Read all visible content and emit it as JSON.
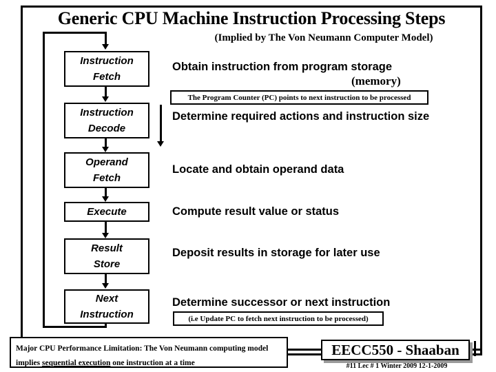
{
  "slide": {
    "title": "Generic CPU Machine Instruction Processing Steps",
    "subtitle": "(Implied by The Von Neumann Computer Model)"
  },
  "flow": {
    "steps": [
      {
        "line1": "Instruction",
        "line2": "Fetch"
      },
      {
        "line1": "Instruction",
        "line2": "Decode"
      },
      {
        "line1": "Operand",
        "line2": "Fetch"
      },
      {
        "line1": "Execute",
        "line2": ""
      },
      {
        "line1": "Result",
        "line2": "Store"
      },
      {
        "line1": "Next",
        "line2": "Instruction"
      }
    ]
  },
  "descriptions": {
    "fetch": "Obtain instruction from program storage",
    "fetch_memory": "(memory)",
    "decode": "Determine required actions and instruction size",
    "operand": "Locate and obtain operand data",
    "execute": "Compute result value or status",
    "store": "Deposit results in storage for later use",
    "next": "Determine successor or next instruction"
  },
  "notes": {
    "pc_note": "The Program Counter (PC) points to next instruction to be processed",
    "update_pc_note": "(i.e Update PC to fetch next instruction to be processed)"
  },
  "limitation": {
    "line1_a": "Major CPU Performance Limitation:  The Von Neumann computing model",
    "line2_a": "implies ",
    "line2_underlined": "sequential execution",
    "line2_b": " one instruction at a time"
  },
  "footer": {
    "course": "EECC550 - Shaaban",
    "meta": "#11   Lec # 1  Winter 2009  12-1-2009"
  },
  "colors": {
    "ink": "#000000",
    "paper": "#ffffff",
    "shadow": "#9a9a9a"
  }
}
